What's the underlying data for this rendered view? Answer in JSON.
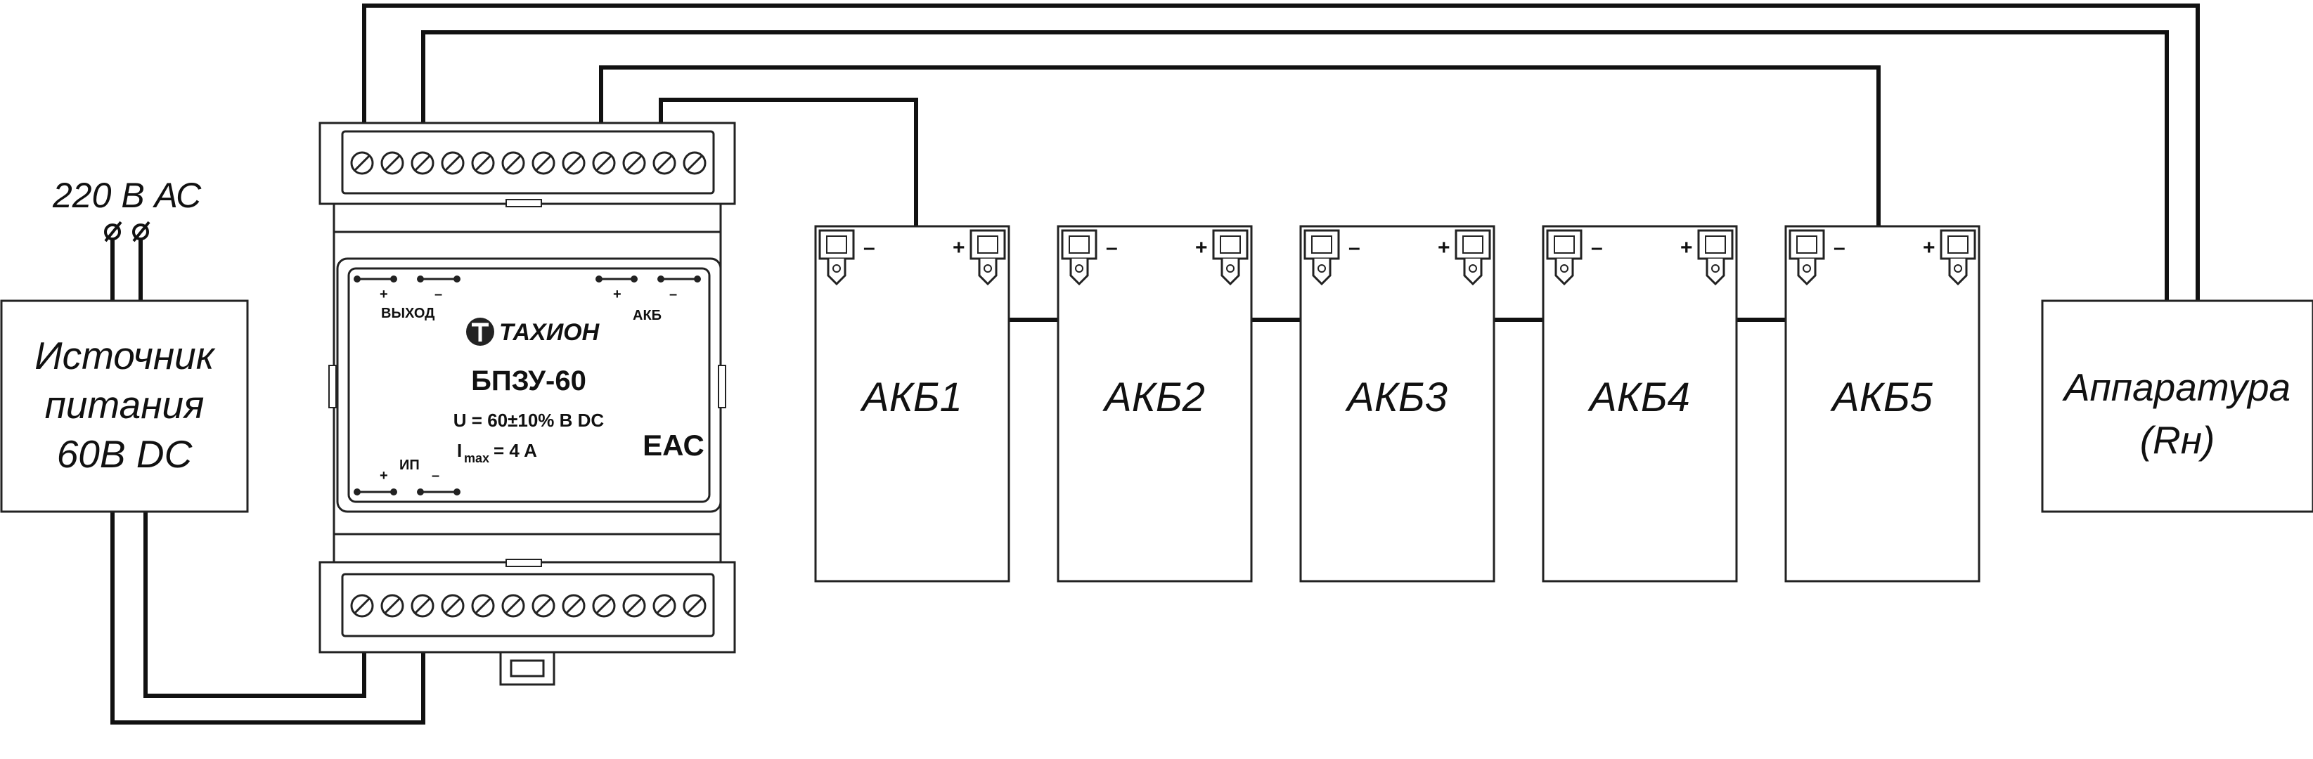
{
  "power": {
    "ac_label": "220 В АС",
    "source_label": [
      "Источник",
      "питания",
      "60В DC"
    ]
  },
  "module": {
    "brand": "ТАХИОН",
    "model": "БПЗУ-60",
    "voltage_line": "U = 60±10% B DC",
    "current_symbol": "I",
    "current_sub": "max",
    "current_value": "= 4 A",
    "cert_mark": "ЕАС",
    "output_label": "ВЫХОД",
    "battery_label": "АКБ",
    "input_label": "ИП",
    "plus": "+",
    "minus": "–"
  },
  "batteries": [
    "АКБ1",
    "АКБ2",
    "АКБ3",
    "АКБ4",
    "АКБ5"
  ],
  "battery_plus": "+",
  "battery_minus": "–",
  "load": [
    "Аппаратура",
    "(Rн)"
  ]
}
